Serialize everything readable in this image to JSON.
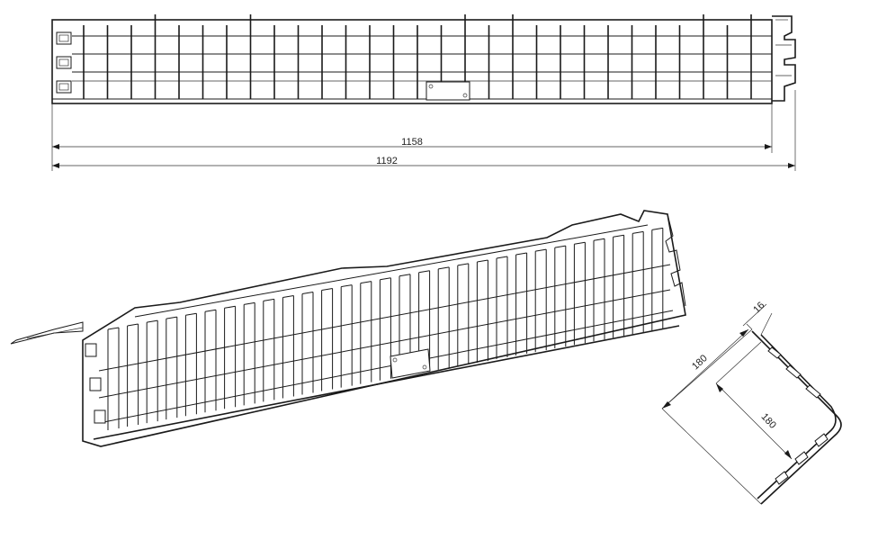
{
  "dimensions": {
    "top_inner_length": "1158",
    "top_outer_length": "1192",
    "side_leg_a": "180",
    "side_leg_b": "180",
    "side_thickness": "16"
  },
  "colors": {
    "line": "#1a1a1a",
    "background": "#ffffff"
  }
}
